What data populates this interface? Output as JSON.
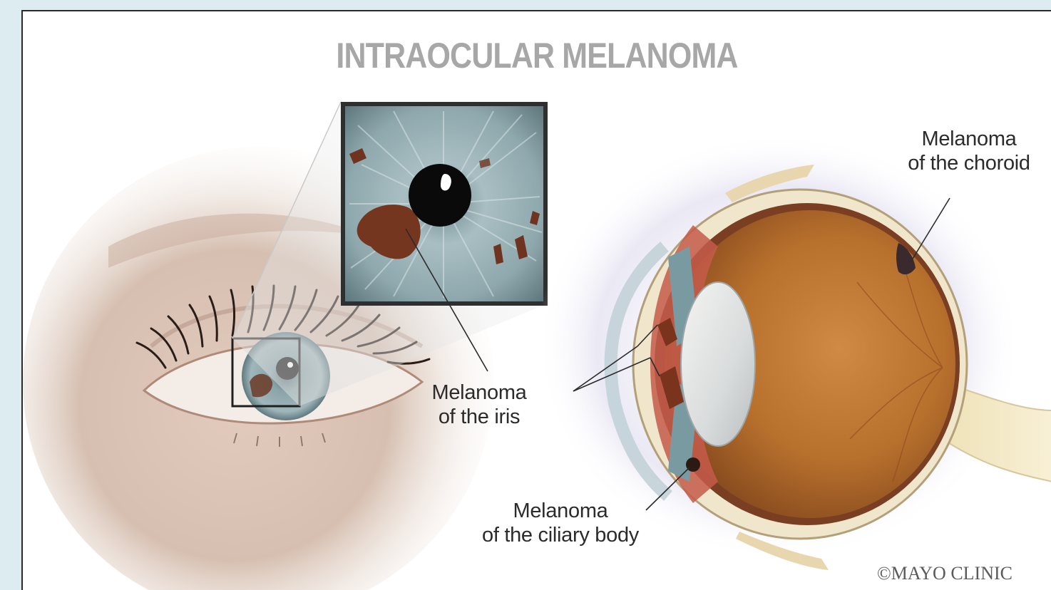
{
  "title": "INTRAOCULAR MELANOMA",
  "labels": {
    "choroid_line1": "Melanoma",
    "choroid_line2": "of the choroid",
    "iris_line1": "Melanoma",
    "iris_line2": "of the iris",
    "ciliary_line1": "Melanoma",
    "ciliary_line2": "of the ciliary body"
  },
  "credit": "©MAYO CLINIC",
  "colors": {
    "background": "#dcecf1",
    "title": "#a7a7a7",
    "label_text": "#2b2b2b",
    "iris": "#7f9aa0",
    "tumor": "#7a3a22",
    "eye_interior": "#b66f2e"
  }
}
